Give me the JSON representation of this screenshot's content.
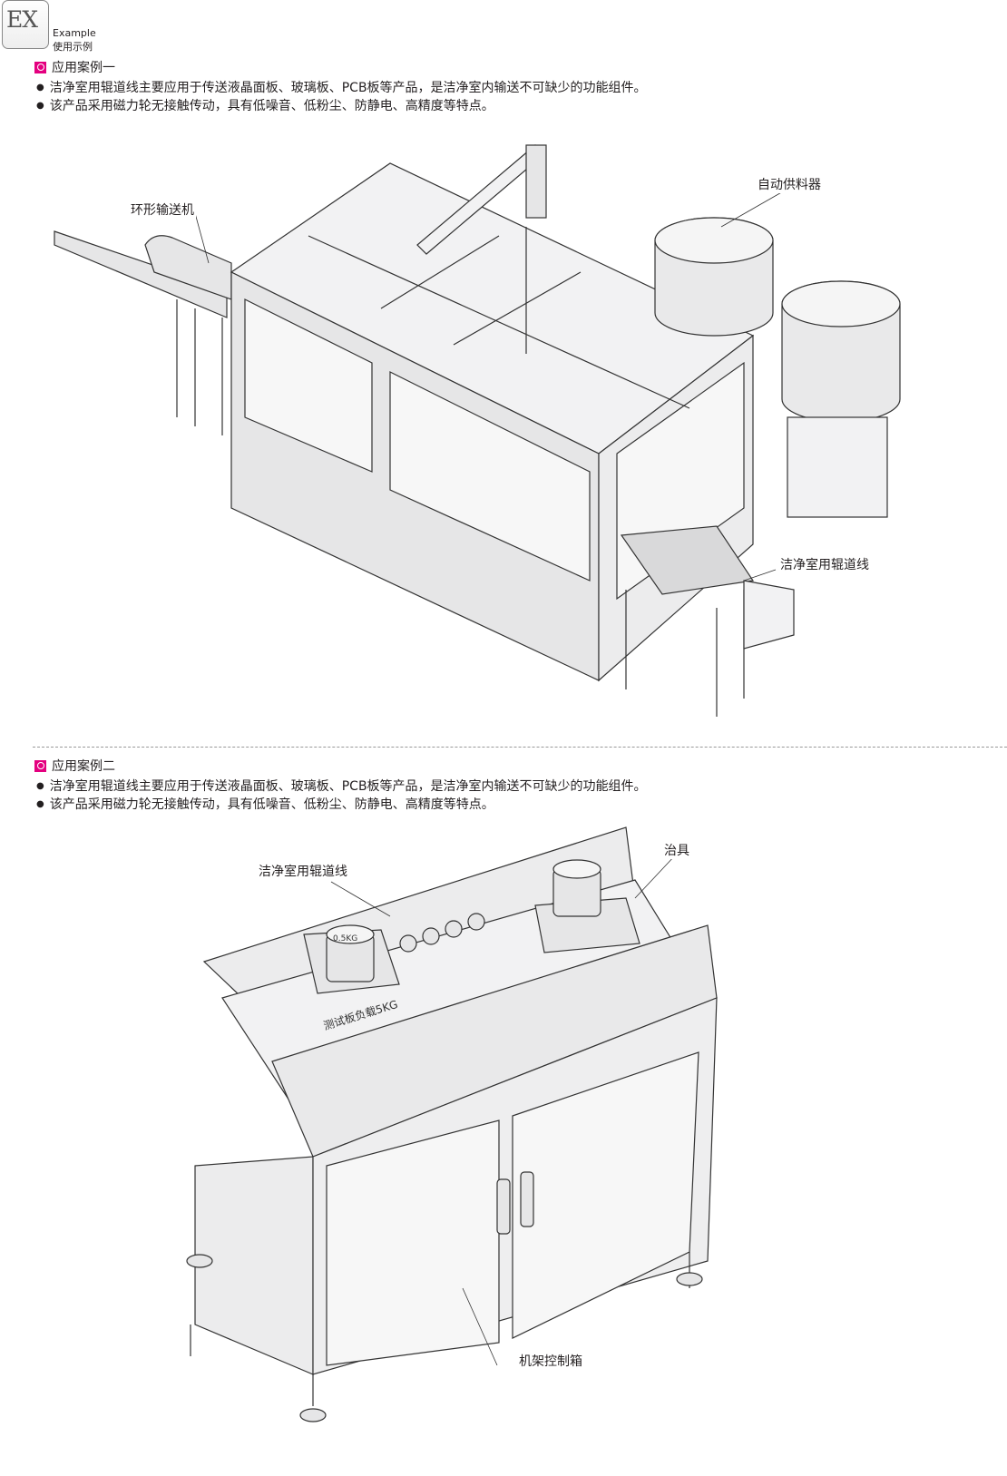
{
  "header": {
    "logo": "EX",
    "subtitle_en": "Example",
    "subtitle_cn": "使用示例"
  },
  "sections": [
    {
      "title": "应用案例一",
      "bullets": [
        "洁净室用辊道线主要应用于传送液晶面板、玻璃板、PCB板等产品，是洁净室内输送不可缺少的功能组件。",
        "该产品采用磁力轮无接触传动，具有低噪音、低粉尘、防静电、高精度等特点。"
      ],
      "labels": {
        "ring_conveyor": "环形输送机",
        "auto_feeder": "自动供料器",
        "roller_line": "洁净室用辊道线"
      }
    },
    {
      "title": "应用案例二",
      "bullets": [
        "洁净室用辊道线主要应用于传送液晶面板、玻璃板、PCB板等产品，是洁净室内输送不可缺少的功能组件。",
        "该产品采用磁力轮无接触传动，具有低噪音、低粉尘、防静电、高精度等特点。"
      ],
      "labels": {
        "roller_line": "洁净室用辊道线",
        "fixture": "治具",
        "cabinet": "机架控制箱"
      },
      "markings": {
        "weight": "0.5KG",
        "plate": "测试板负载5KG"
      }
    }
  ]
}
